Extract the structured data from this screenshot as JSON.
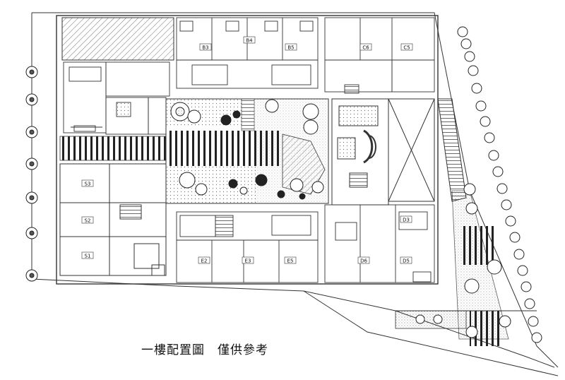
{
  "caption": {
    "title": "一樓配置圖",
    "note": "僅供參考"
  },
  "unit_labels": [
    {
      "id": "B3",
      "text": "B3"
    },
    {
      "id": "B4",
      "text": "B4"
    },
    {
      "id": "B5",
      "text": "B5"
    },
    {
      "id": "C6",
      "text": "C6"
    },
    {
      "id": "C5",
      "text": "C5"
    },
    {
      "id": "S3",
      "text": "S3"
    },
    {
      "id": "S2",
      "text": "S2"
    },
    {
      "id": "S1",
      "text": "S1"
    },
    {
      "id": "E2",
      "text": "E2"
    },
    {
      "id": "E3",
      "text": "E3"
    },
    {
      "id": "E5",
      "text": "E5"
    },
    {
      "id": "D6",
      "text": "D6"
    },
    {
      "id": "D5",
      "text": "D5"
    },
    {
      "id": "D3",
      "text": "D3"
    }
  ],
  "colors": {
    "line": "#333333",
    "hatch": "#555555",
    "paper": "#ffffff"
  }
}
